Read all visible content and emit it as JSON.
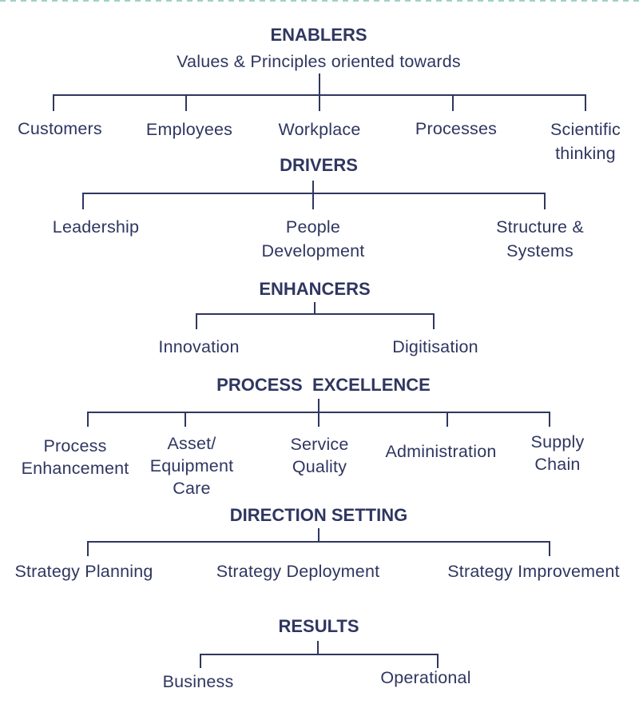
{
  "colors": {
    "ink": "#2f3660",
    "line": "#2f3660",
    "top_dash": "#9fd1c8"
  },
  "sections": [
    {
      "title": "ENABLERS",
      "subtitle": "Values & Principles oriented towards",
      "items": [
        {
          "l1": "Customers"
        },
        {
          "l1": "Employees"
        },
        {
          "l1": "Workplace"
        },
        {
          "l1": "Processes"
        },
        {
          "l1": "Scientific",
          "l2": "thinking"
        }
      ]
    },
    {
      "title": "DRIVERS",
      "items": [
        {
          "l1": "Leadership"
        },
        {
          "l1": "People",
          "l2": "Development"
        },
        {
          "l1": "Structure &",
          "l2": "Systems"
        }
      ]
    },
    {
      "title": "ENHANCERS",
      "items": [
        {
          "l1": "Innovation"
        },
        {
          "l1": "Digitisation"
        }
      ]
    },
    {
      "title": "PROCESS  EXCELLENCE",
      "items": [
        {
          "l1": "Process",
          "l2": "Enhancement"
        },
        {
          "l1": "Asset/",
          "l2": "Equipment",
          "l3": "Care"
        },
        {
          "l1": "Service",
          "l2": "Quality"
        },
        {
          "l1": "Administration"
        },
        {
          "l1": "Supply",
          "l2": "Chain"
        }
      ]
    },
    {
      "title": "DIRECTION SETTING",
      "items": [
        {
          "l1": "Strategy Planning"
        },
        {
          "l1": "Strategy Deployment"
        },
        {
          "l1": "Strategy Improvement"
        }
      ]
    },
    {
      "title": "RESULTS",
      "items": [
        {
          "l1": "Business"
        },
        {
          "l1": "Operational"
        }
      ]
    }
  ]
}
